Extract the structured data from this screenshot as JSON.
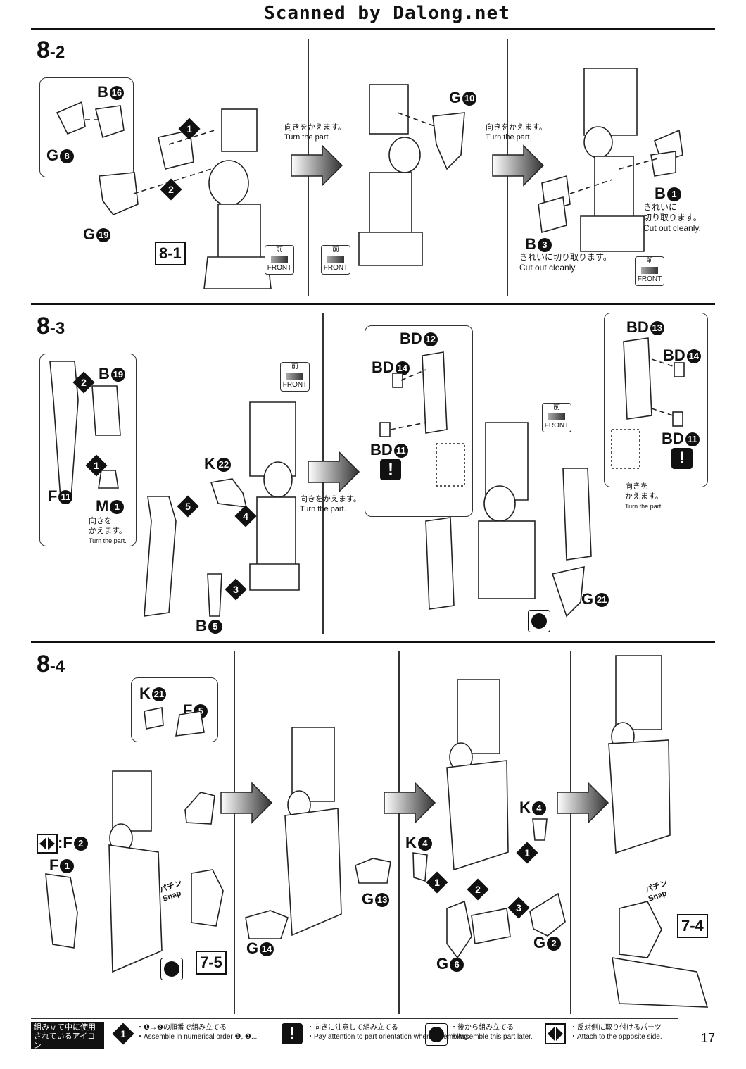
{
  "watermark": "Scanned by Dalong.net",
  "page_number": "17",
  "common": {
    "turn_jp": "向きをかえます。",
    "turn_en": "Turn the part.",
    "front_jp": "前",
    "front_en": "FRONT",
    "cut_jp1": "きれいに",
    "cut_jp2": "切り取ります。",
    "cut_en": "Cut out cleanly.",
    "snap_jp": "パチン",
    "snap_en": "Snap",
    "turn_short_jp1": "向きを",
    "turn_short_jp2": "かえます。"
  },
  "sections": {
    "s82": {
      "title_main": "8",
      "title_sub": "-2",
      "ref": "8-1",
      "parts": {
        "b16": {
          "letter": "B",
          "num": "16"
        },
        "g8": {
          "letter": "G",
          "num": "8"
        },
        "g19": {
          "letter": "G",
          "num": "19"
        },
        "g10": {
          "letter": "G",
          "num": "10"
        },
        "b1": {
          "letter": "B",
          "num": "1"
        },
        "b3": {
          "letter": "B",
          "num": "3"
        }
      },
      "steps": [
        "1",
        "2"
      ]
    },
    "s83": {
      "title_main": "8",
      "title_sub": "-3",
      "parts": {
        "b19": {
          "letter": "B",
          "num": "19"
        },
        "f11": {
          "letter": "F",
          "num": "11"
        },
        "m1": {
          "letter": "M",
          "num": "1"
        },
        "k22": {
          "letter": "K",
          "num": "22"
        },
        "b5": {
          "letter": "B",
          "num": "5"
        },
        "bd12": {
          "letter": "BD",
          "num": "12"
        },
        "bd14a": {
          "letter": "BD",
          "num": "14"
        },
        "bd11a": {
          "letter": "BD",
          "num": "11"
        },
        "bd13": {
          "letter": "BD",
          "num": "13"
        },
        "bd14b": {
          "letter": "BD",
          "num": "14"
        },
        "bd11b": {
          "letter": "BD",
          "num": "11"
        },
        "g21": {
          "letter": "G",
          "num": "21"
        }
      },
      "steps": [
        "1",
        "2",
        "3",
        "4",
        "5"
      ]
    },
    "s84": {
      "title_main": "8",
      "title_sub": "-4",
      "ref_a": "7-5",
      "ref_b": "7-4",
      "parts": {
        "k21": {
          "letter": "K",
          "num": "21"
        },
        "f5": {
          "letter": "F",
          "num": "5"
        },
        "f2": {
          "letter": ":F",
          "num": "2"
        },
        "f1": {
          "letter": "F",
          "num": "1"
        },
        "g13": {
          "letter": "G",
          "num": "13"
        },
        "g14": {
          "letter": "G",
          "num": "14"
        },
        "k4a": {
          "letter": "K",
          "num": "4"
        },
        "k4b": {
          "letter": "K",
          "num": "4"
        },
        "g6": {
          "letter": "G",
          "num": "6"
        },
        "g2": {
          "letter": "G",
          "num": "2"
        }
      },
      "steps": [
        "1",
        "2",
        "3"
      ]
    }
  },
  "legend": {
    "title_jp": "組み立て中に使用されているアイコン",
    "title_en": "Symbols used in instructions",
    "items": [
      {
        "jp": "・❶→❷の順番で組み立てる",
        "en": "・Assemble in numerical order ❶, ❷..."
      },
      {
        "jp": "・向きに注意して組み立てる",
        "en": "・Pay attention to part orientation when assembling."
      },
      {
        "jp": "・後から組み立てる",
        "en": "・Assemble this part later."
      },
      {
        "jp": "・反対側に取り付けるパーツ",
        "en": "・Attach to the opposite side."
      }
    ]
  }
}
